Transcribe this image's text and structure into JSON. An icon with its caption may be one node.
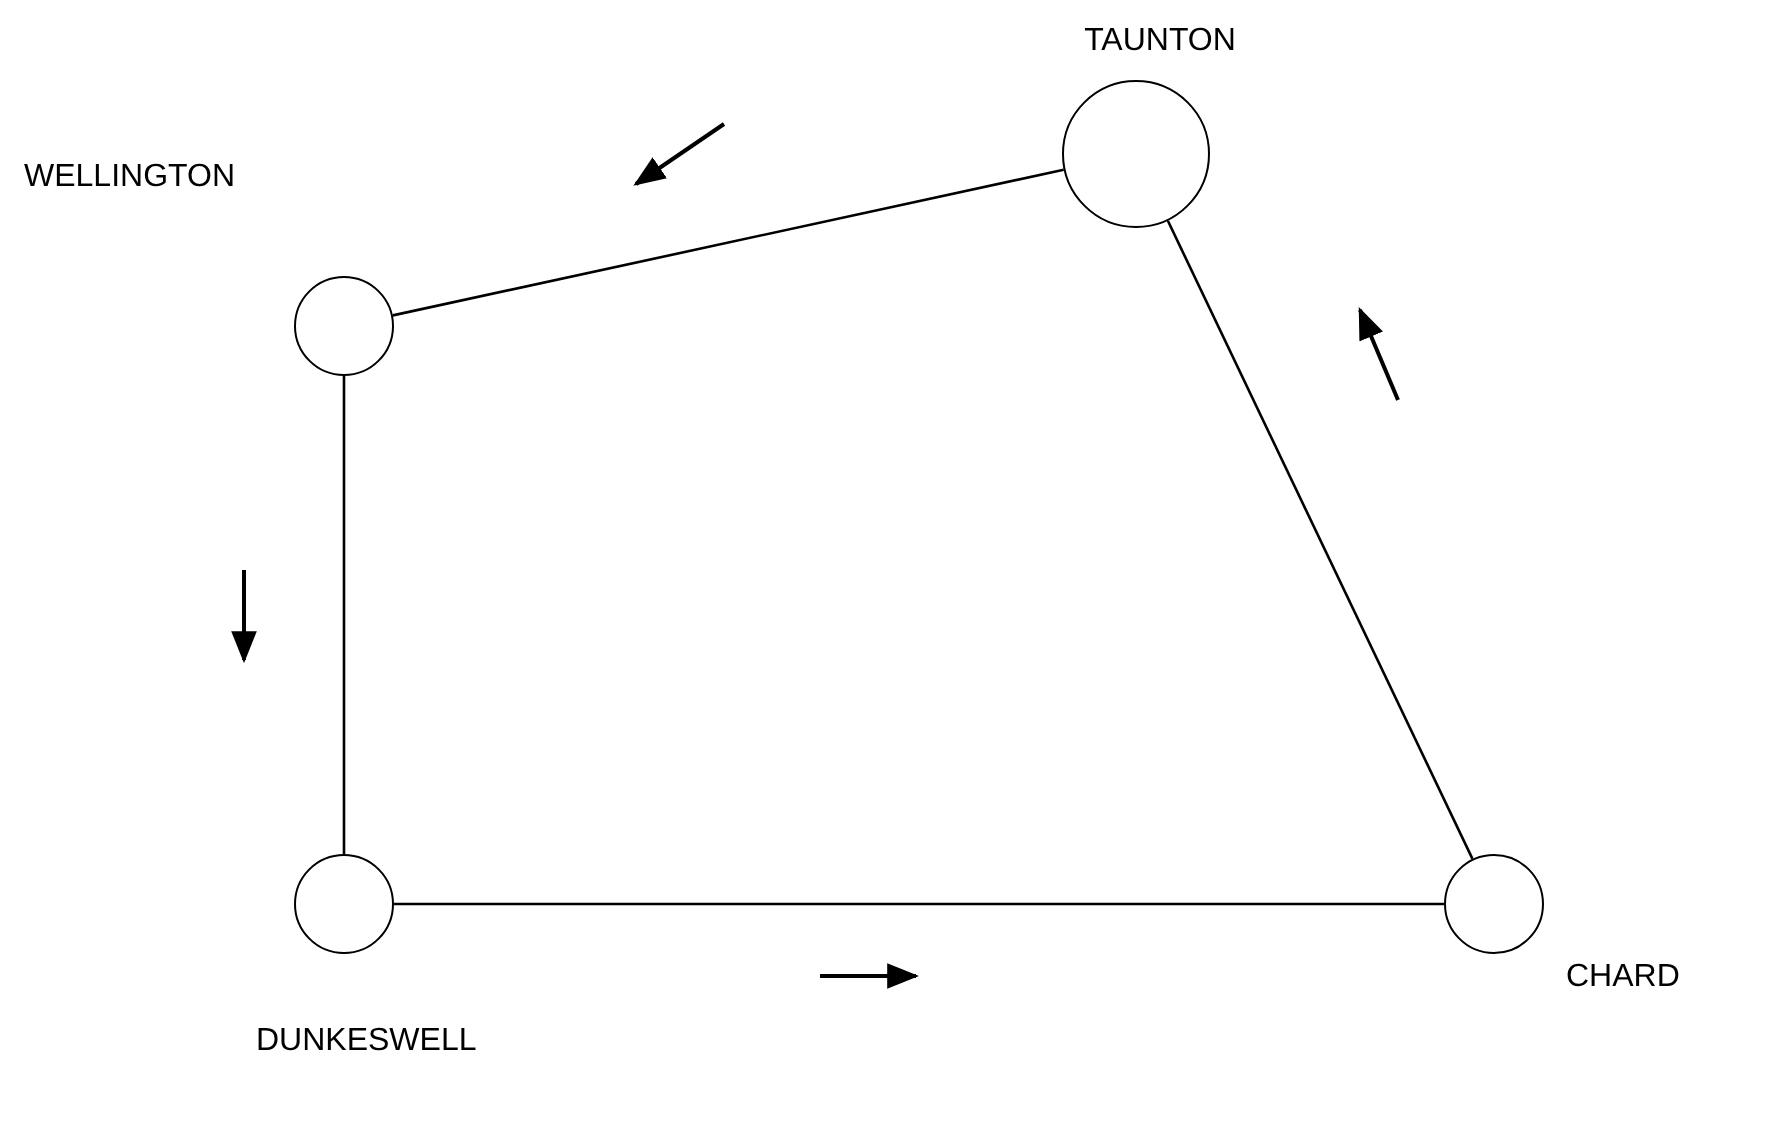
{
  "diagram": {
    "nodes": [
      {
        "text": [],
        "shape": "circle",
        "beside": [
          "TAUNTON"
        ]
      },
      {
        "text": [],
        "shape": "circle",
        "beside": [
          "WELLINGTON"
        ]
      },
      {
        "text": [],
        "shape": "circle",
        "beside": [
          "DUNKESWELL"
        ]
      },
      {
        "text": [],
        "shape": "circle",
        "beside": [
          "CHARD"
        ]
      }
    ],
    "edges": [
      {
        "from": 0,
        "to": 1,
        "arrow": "none"
      },
      {
        "from": 1,
        "to": 2,
        "arrow": "none"
      },
      {
        "from": 2,
        "to": 3,
        "arrow": "none"
      },
      {
        "from": 3,
        "to": 0,
        "arrow": "none"
      }
    ]
  }
}
